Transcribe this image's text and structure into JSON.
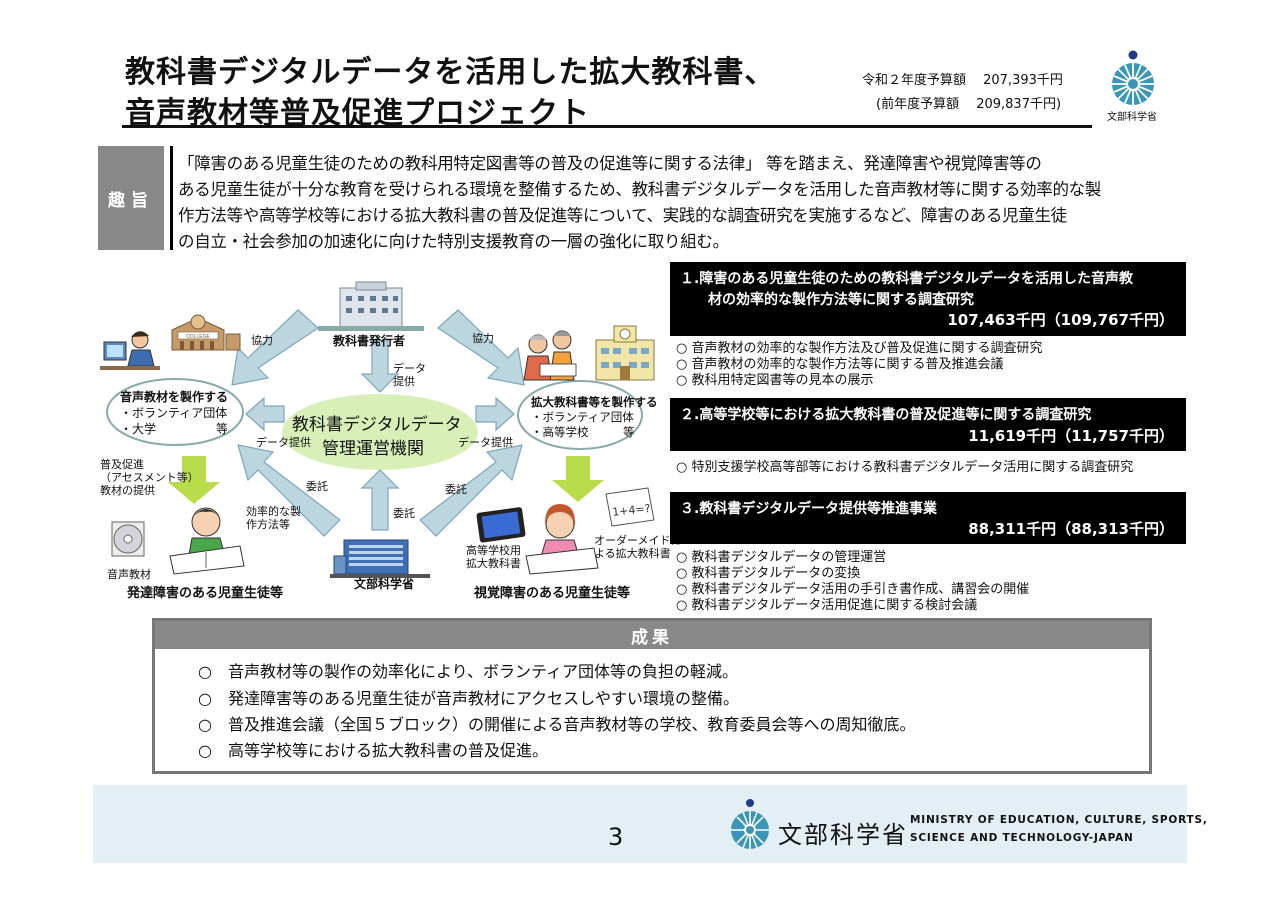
{
  "header": {
    "title_line1": "教科書デジタルデータを活用した拡大教科書、",
    "title_line2": "音声教材等普及促進プロジェクト",
    "budget_current": "令和２年度予算額　 207,393千円",
    "budget_previous": "(前年度予算額　 209,837千円)",
    "emblem_label": "文部科学省"
  },
  "purpose": {
    "tag": "趣旨",
    "lines": [
      "「障害のある児童生徒のための教科用特定図書等の普及の促進等に関する法律」 等を踏まえ、発達障害や視覚障害等の",
      "ある児童生徒が十分な教育を受けられる環境を整備するため、教科書デジタルデータを活用した音声教材等に関する効率的な製",
      "作方法等や高等学校等における拡大教科書の普及促進等について、実践的な調査研究を実施するなど、障害のある児童生徒",
      "の自立・社会参加の加速化に向けた特別支援教育の一層の強化に取り組む。"
    ]
  },
  "diagram": {
    "publisher": "教科書発行者",
    "kyoryoku_left": "協力",
    "kyoryoku_right": "協力",
    "data_provide_vertical": [
      "データ",
      "提供"
    ],
    "center_line1": "教科書デジタルデータ",
    "center_line2": "管理運営機関",
    "left_org": [
      "音声教材を製作する",
      "・ボランティア団体",
      "・大学　　　　　等"
    ],
    "right_org": [
      "拡大教科書等を製作する",
      "・ボランティア団体",
      "・高等学校　　　等"
    ],
    "data_provide_left": "データ提供",
    "data_provide_right": "データ提供",
    "fukyu": [
      "普及促進",
      "（アセスメント等）",
      "教材の提供"
    ],
    "efficient": [
      "効率的な製",
      "作方法等"
    ],
    "itaku_left": "委託",
    "itaku_center": "委託",
    "itaku_right": "委託",
    "audio_material": "音声教材",
    "hs_textbook": [
      "高等学校用",
      "拡大教科書"
    ],
    "order_made": [
      "オーダーメイドに",
      "よる拡大教科書"
    ],
    "mext": "文部科学省",
    "dev_students": "発達障害のある児童生徒等",
    "visual_students": "視覚障害のある児童生徒等",
    "college_sign": "COLLEGE"
  },
  "projects": [
    {
      "title_line1": "１.障害のある児童生徒のための教科書デジタルデータを活用した音声教",
      "title_line2": "材の効率的な製作方法等に関する調査研究",
      "amount": "107,463千円（109,767千円）",
      "bullets": [
        "○ 音声教材の効率的な製作方法及び普及促進に関する調査研究",
        "○ 音声教材の効率的な製作方法等に関する普及推進会議",
        "○ 教科用特定図書等の見本の展示"
      ]
    },
    {
      "title_line1": "２.高等学校等における拡大教科書の普及促進等に関する調査研究",
      "amount": "11,619千円（11,757千円）",
      "bullets": [
        "○ 特別支援学校高等部等における教科書デジタルデータ活用に関する調査研究"
      ]
    },
    {
      "title_line1": "３.教科書デジタルデータ提供等推進事業",
      "amount": "88,311千円（88,313千円）",
      "bullets": [
        "○ 教科書デジタルデータの管理運営",
        "○ 教科書デジタルデータの変換",
        "○ 教科書デジタルデータ活用の手引き書作成、講習会の開催",
        "○ 教科書デジタルデータ活用促進に関する検討会議"
      ]
    }
  ],
  "results": {
    "heading": "成果",
    "items": [
      "○　音声教材等の製作の効率化により、ボランティア団体等の負担の軽減。",
      "○　発達障害等のある児童生徒が音声教材にアクセスしやすい環境の整備。",
      "○　普及推進会議（全国５ブロック）の開催による音声教材等の学校、教育委員会等への周知徹底。",
      "○　高等学校等における拡大教科書の普及促進。"
    ]
  },
  "footer": {
    "page_number": "3",
    "ministry_name": "文部科学省",
    "ministry_en_line1": "MINISTRY OF EDUCATION, CULTURE, SPORTS,",
    "ministry_en_line2": "SCIENCE AND TECHNOLOGY-JAPAN"
  },
  "colors": {
    "arrow_fill": "#bcd6e0",
    "arrow_stroke": "#7fa6b8",
    "green_arrow": "#b9dc4a",
    "center_ellipse": "#d8f0b8",
    "emblem_blue": "#3a96b8",
    "emblem_navy": "#1f3a8c",
    "footer_bg": "#e3eef5"
  }
}
